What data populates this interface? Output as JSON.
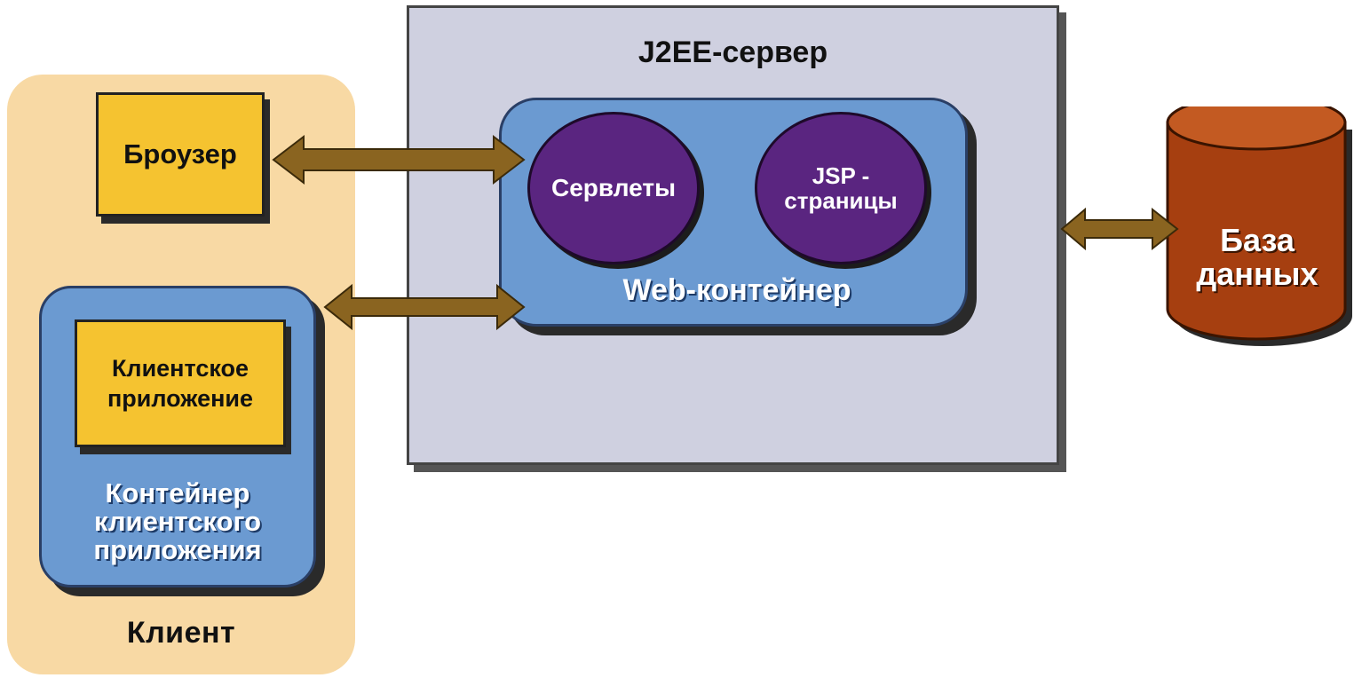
{
  "server": {
    "title": "J2EE-сервер"
  },
  "web_container": {
    "label": "Web-контейнер",
    "servlets": "Сервлеты",
    "jsp_line1": "JSP -",
    "jsp_line2": "страницы"
  },
  "client": {
    "label": "Клиент",
    "browser": "Броузер",
    "app_line1": "Клиентское",
    "app_line2": "приложение",
    "container_line1": "Контейнер",
    "container_line2": "клиентского",
    "container_line3": "приложения"
  },
  "database": {
    "line1": "База",
    "line2": "данных"
  },
  "colors": {
    "client_zone": "#f8d9a4",
    "server_fill": "#cfd0e0",
    "container_blue": "#6b9ad1",
    "component_purple": "#5a2580",
    "box_yellow": "#f5c330",
    "database_red": "#a63f10",
    "arrow_brown": "#8a6420"
  }
}
